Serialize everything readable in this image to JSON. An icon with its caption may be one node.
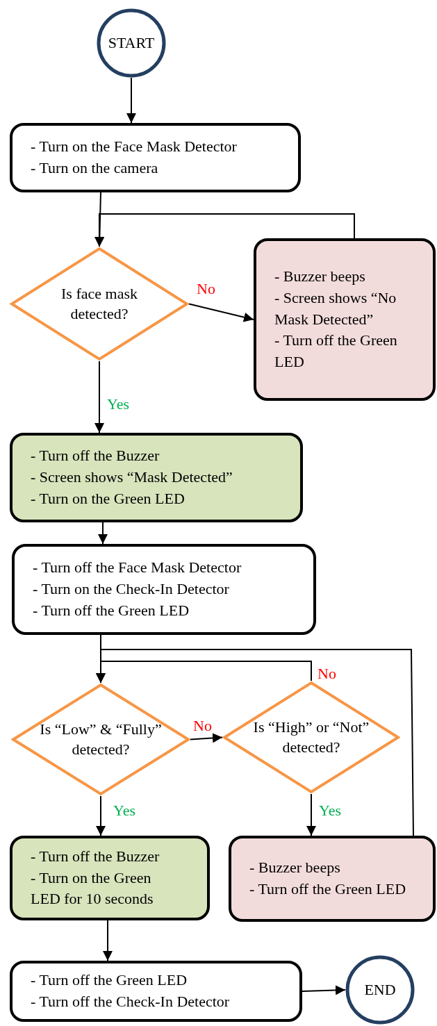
{
  "diagram": {
    "nodes": [
      {
        "text": [
          "START"
        ]
      },
      {
        "text": [
          "- Turn on the Face Mask Detector",
          "- Turn on the camera"
        ]
      },
      {
        "text": [
          "Is face mask detected?"
        ]
      },
      {
        "text": [
          "- Buzzer beeps",
          "- Screen shows “No Mask Detected”",
          "- Turn off the Green LED"
        ]
      },
      {
        "text": [
          "- Turn off the Buzzer",
          "- Screen shows “Mask Detected”",
          "- Turn on the Green LED"
        ]
      },
      {
        "text": [
          "- Turn off the Face Mask Detector",
          "- Turn on the Check-In Detector",
          "- Turn off the Green LED"
        ]
      },
      {
        "text": [
          "Is “Low” & “Fully” detected?"
        ]
      },
      {
        "text": [
          "Is “High” or “Not” detected?"
        ]
      },
      {
        "text": [
          "- Turn off the Buzzer",
          "- Turn on the Green LED for 10 seconds"
        ]
      },
      {
        "text": [
          "- Buzzer beeps",
          "- Turn off the Green LED"
        ]
      },
      {
        "text": [
          "- Turn off the Green LED",
          "- Turn off the Check-In Detector"
        ]
      },
      {
        "text": [
          "END"
        ]
      }
    ],
    "edges": [
      {
        "from": 0,
        "to": 1,
        "arrow": "to"
      },
      {
        "from": 1,
        "to": 2,
        "arrow": "to"
      },
      {
        "from": 3,
        "to": 2,
        "arrow": "to"
      },
      {
        "from": 2,
        "to": 3,
        "arrow": "to",
        "label": "No"
      },
      {
        "from": 2,
        "to": 4,
        "arrow": "to",
        "label": "Yes"
      },
      {
        "from": 4,
        "to": 5,
        "arrow": "to"
      },
      {
        "from": 5,
        "to": 6,
        "arrow": "to"
      },
      {
        "from": 6,
        "to": 7,
        "arrow": "to",
        "label": "No"
      },
      {
        "from": 7,
        "to": 6,
        "arrow": "to",
        "label": "No"
      },
      {
        "from": 6,
        "to": 8,
        "arrow": "to",
        "label": "Yes"
      },
      {
        "from": 7,
        "to": 9,
        "arrow": "to",
        "label": "Yes"
      },
      {
        "from": 9,
        "to": 6,
        "arrow": "to"
      },
      {
        "from": 8,
        "to": 10,
        "arrow": "to"
      },
      {
        "from": 10,
        "to": 11,
        "arrow": "to"
      }
    ]
  }
}
